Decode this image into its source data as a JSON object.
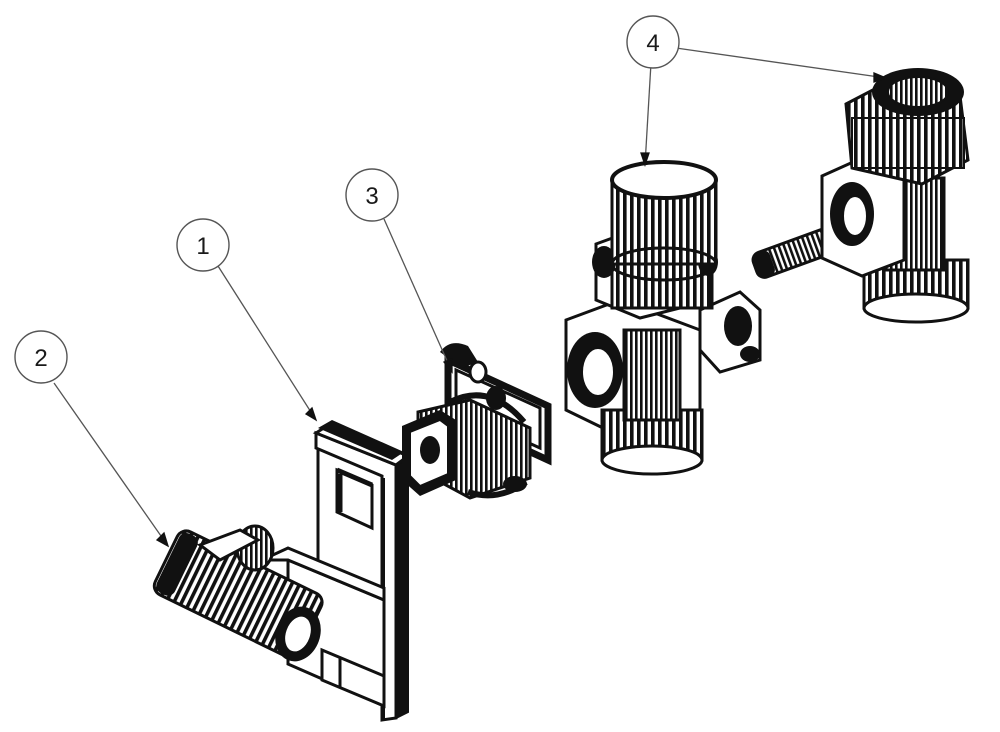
{
  "figure": {
    "callouts": [
      {
        "id": "c1",
        "label": "1"
      },
      {
        "id": "c2",
        "label": "2"
      },
      {
        "id": "c3",
        "label": "3"
      },
      {
        "id": "c4",
        "label": "4"
      }
    ],
    "colors": {
      "ink": "#111111",
      "paper": "#ffffff",
      "leader": "#555555"
    },
    "parts": [
      "bracket-plate",
      "strainer-cartridge",
      "coupling-adapter",
      "valve-body-assembly"
    ]
  }
}
